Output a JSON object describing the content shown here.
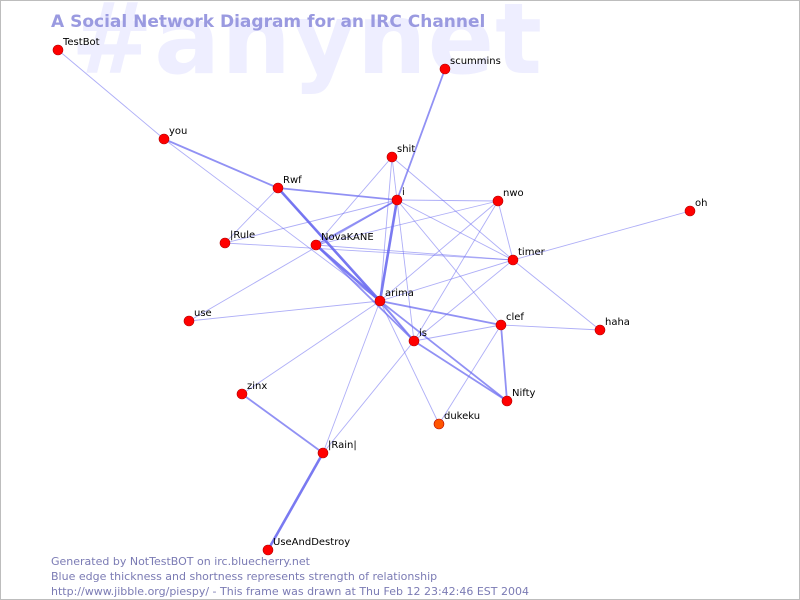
{
  "watermark": "#anynet",
  "title": "A Social Network Diagram for an IRC Channel",
  "colors": {
    "node": "#ff0000",
    "node_highlight": "#ff5500",
    "edge": "#6c6cf0",
    "title": "#9a9ae0",
    "footer": "#7b7bb4",
    "watermark": "#eeeeff"
  },
  "nodes": [
    {
      "id": "TestBot",
      "label": "TestBot",
      "color": "#ff0000"
    },
    {
      "id": "scummins",
      "label": "scummins",
      "color": "#ff0000"
    },
    {
      "id": "you",
      "label": "you",
      "color": "#ff0000"
    },
    {
      "id": "shit",
      "label": "shit",
      "color": "#ff0000"
    },
    {
      "id": "Rwf",
      "label": "Rwf",
      "color": "#ff0000"
    },
    {
      "id": "i",
      "label": "i",
      "color": "#ff0000"
    },
    {
      "id": "nwo",
      "label": "nwo",
      "color": "#ff0000"
    },
    {
      "id": "oh",
      "label": "oh",
      "color": "#ff0000"
    },
    {
      "id": "IRule",
      "label": "|Rule",
      "color": "#ff0000"
    },
    {
      "id": "NovaKANE",
      "label": "NovaKANE",
      "color": "#ff0000"
    },
    {
      "id": "timer",
      "label": "timer",
      "color": "#ff0000"
    },
    {
      "id": "arima",
      "label": "arima",
      "color": "#ff0000"
    },
    {
      "id": "use",
      "label": "use",
      "color": "#ff0000"
    },
    {
      "id": "clef",
      "label": "clef",
      "color": "#ff0000"
    },
    {
      "id": "haha",
      "label": "haha",
      "color": "#ff0000"
    },
    {
      "id": "is",
      "label": "is",
      "color": "#ff0000"
    },
    {
      "id": "zinx",
      "label": "zinx",
      "color": "#ff0000"
    },
    {
      "id": "Nifty",
      "label": "Nifty",
      "color": "#ff0000"
    },
    {
      "id": "dukeku",
      "label": "dukeku",
      "color": "#ff5500"
    },
    {
      "id": "IRainI",
      "label": "|Rain|",
      "color": "#ff0000"
    },
    {
      "id": "UseAndDestroy",
      "label": "UseAndDestroy",
      "color": "#ff0000"
    }
  ],
  "edges": [
    {
      "source": "TestBot",
      "target": "you",
      "weight": 1
    },
    {
      "source": "you",
      "target": "Rwf",
      "weight": 2
    },
    {
      "source": "you",
      "target": "arima",
      "weight": 1
    },
    {
      "source": "scummins",
      "target": "i",
      "weight": 2
    },
    {
      "source": "shit",
      "target": "i",
      "weight": 1
    },
    {
      "source": "shit",
      "target": "NovaKANE",
      "weight": 1
    },
    {
      "source": "shit",
      "target": "arima",
      "weight": 1
    },
    {
      "source": "shit",
      "target": "timer",
      "weight": 1
    },
    {
      "source": "Rwf",
      "target": "i",
      "weight": 2
    },
    {
      "source": "Rwf",
      "target": "IRule",
      "weight": 1
    },
    {
      "source": "Rwf",
      "target": "arima",
      "weight": 3
    },
    {
      "source": "Rwf",
      "target": "is",
      "weight": 1
    },
    {
      "source": "i",
      "target": "nwo",
      "weight": 1
    },
    {
      "source": "i",
      "target": "NovaKANE",
      "weight": 2
    },
    {
      "source": "i",
      "target": "IRule",
      "weight": 1
    },
    {
      "source": "i",
      "target": "arima",
      "weight": 3
    },
    {
      "source": "i",
      "target": "timer",
      "weight": 1
    },
    {
      "source": "i",
      "target": "clef",
      "weight": 1
    },
    {
      "source": "i",
      "target": "use",
      "weight": 1
    },
    {
      "source": "i",
      "target": "is",
      "weight": 1
    },
    {
      "source": "nwo",
      "target": "NovaKANE",
      "weight": 1
    },
    {
      "source": "nwo",
      "target": "timer",
      "weight": 1
    },
    {
      "source": "nwo",
      "target": "arima",
      "weight": 1
    },
    {
      "source": "nwo",
      "target": "is",
      "weight": 1
    },
    {
      "source": "oh",
      "target": "timer",
      "weight": 1
    },
    {
      "source": "IRule",
      "target": "timer",
      "weight": 1
    },
    {
      "source": "NovaKANE",
      "target": "arima",
      "weight": 3
    },
    {
      "source": "NovaKANE",
      "target": "timer",
      "weight": 1
    },
    {
      "source": "NovaKANE",
      "target": "is",
      "weight": 2
    },
    {
      "source": "timer",
      "target": "arima",
      "weight": 1
    },
    {
      "source": "timer",
      "target": "haha",
      "weight": 1
    },
    {
      "source": "timer",
      "target": "is",
      "weight": 1
    },
    {
      "source": "arima",
      "target": "use",
      "weight": 1
    },
    {
      "source": "arima",
      "target": "clef",
      "weight": 2
    },
    {
      "source": "arima",
      "target": "is",
      "weight": 2
    },
    {
      "source": "arima",
      "target": "zinx",
      "weight": 1
    },
    {
      "source": "arima",
      "target": "Nifty",
      "weight": 2
    },
    {
      "source": "arima",
      "target": "dukeku",
      "weight": 1
    },
    {
      "source": "arima",
      "target": "IRainI",
      "weight": 1
    },
    {
      "source": "clef",
      "target": "haha",
      "weight": 1
    },
    {
      "source": "clef",
      "target": "is",
      "weight": 1
    },
    {
      "source": "clef",
      "target": "Nifty",
      "weight": 2
    },
    {
      "source": "clef",
      "target": "dukeku",
      "weight": 1
    },
    {
      "source": "is",
      "target": "Nifty",
      "weight": 2
    },
    {
      "source": "is",
      "target": "IRainI",
      "weight": 1
    },
    {
      "source": "zinx",
      "target": "IRainI",
      "weight": 2
    },
    {
      "source": "IRainI",
      "target": "UseAndDestroy",
      "weight": 3
    }
  ],
  "footer": {
    "line1": "Generated by NotTestBOT on irc.bluecherry.net",
    "line2": "Blue edge thickness and shortness represents strength of relationship",
    "line3": "http://www.jibble.org/piespy/ - This frame was drawn at Thu Feb 12 23:42:46 EST 2004"
  }
}
